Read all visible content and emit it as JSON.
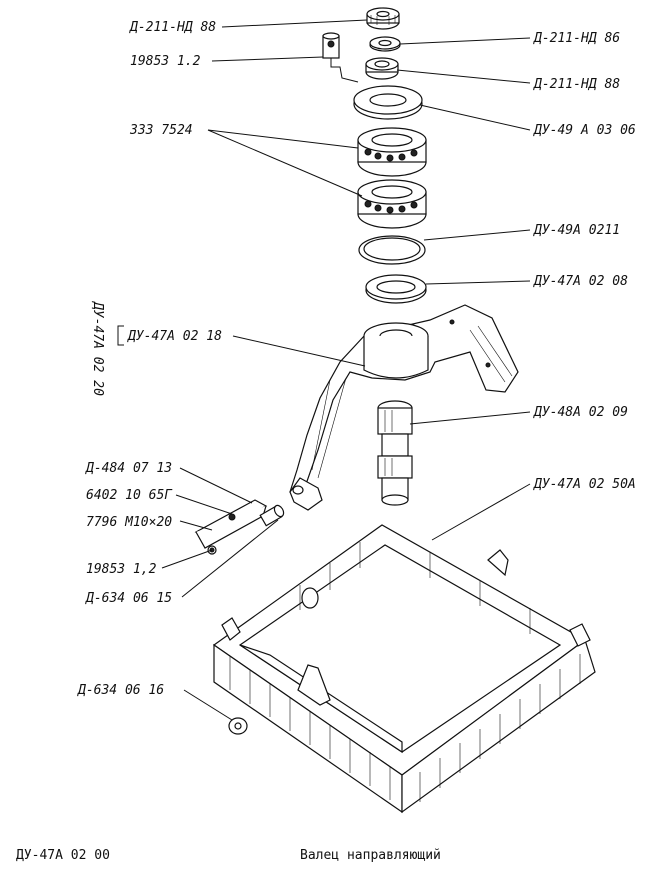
{
  "labels": {
    "d211_top": "Д-211-НД 88",
    "d211_right1": "Д-211-НД 86",
    "d211_right2": "Д-211-НД 88",
    "grease_fitting": "19853 1.2",
    "bearings": "333 7524",
    "du49_washer": "ДУ-49 А 03 06",
    "du49_ring": "ДУ-49А 0211",
    "du47_ring": "ДУ-47А 02 08",
    "lever_assy": "ДУ-47А 02 18",
    "vertical_assy": "ДУ-47А 02 20",
    "du48_shaft": "ДУ-48А 02 09",
    "frame": "ДУ-47А 02 50А",
    "d484": "Д-484 07 13",
    "bolt_6402": "6402 10 65Г",
    "bolt_7796": "7796 М10×20",
    "fitting_19853": "19853 1,2",
    "d634_15": "Д-634 06 15",
    "d634_16": "Д-634 06 16"
  },
  "footer": {
    "doc_number": "ДУ-47А 02 00",
    "title": "Валец направляющий"
  }
}
